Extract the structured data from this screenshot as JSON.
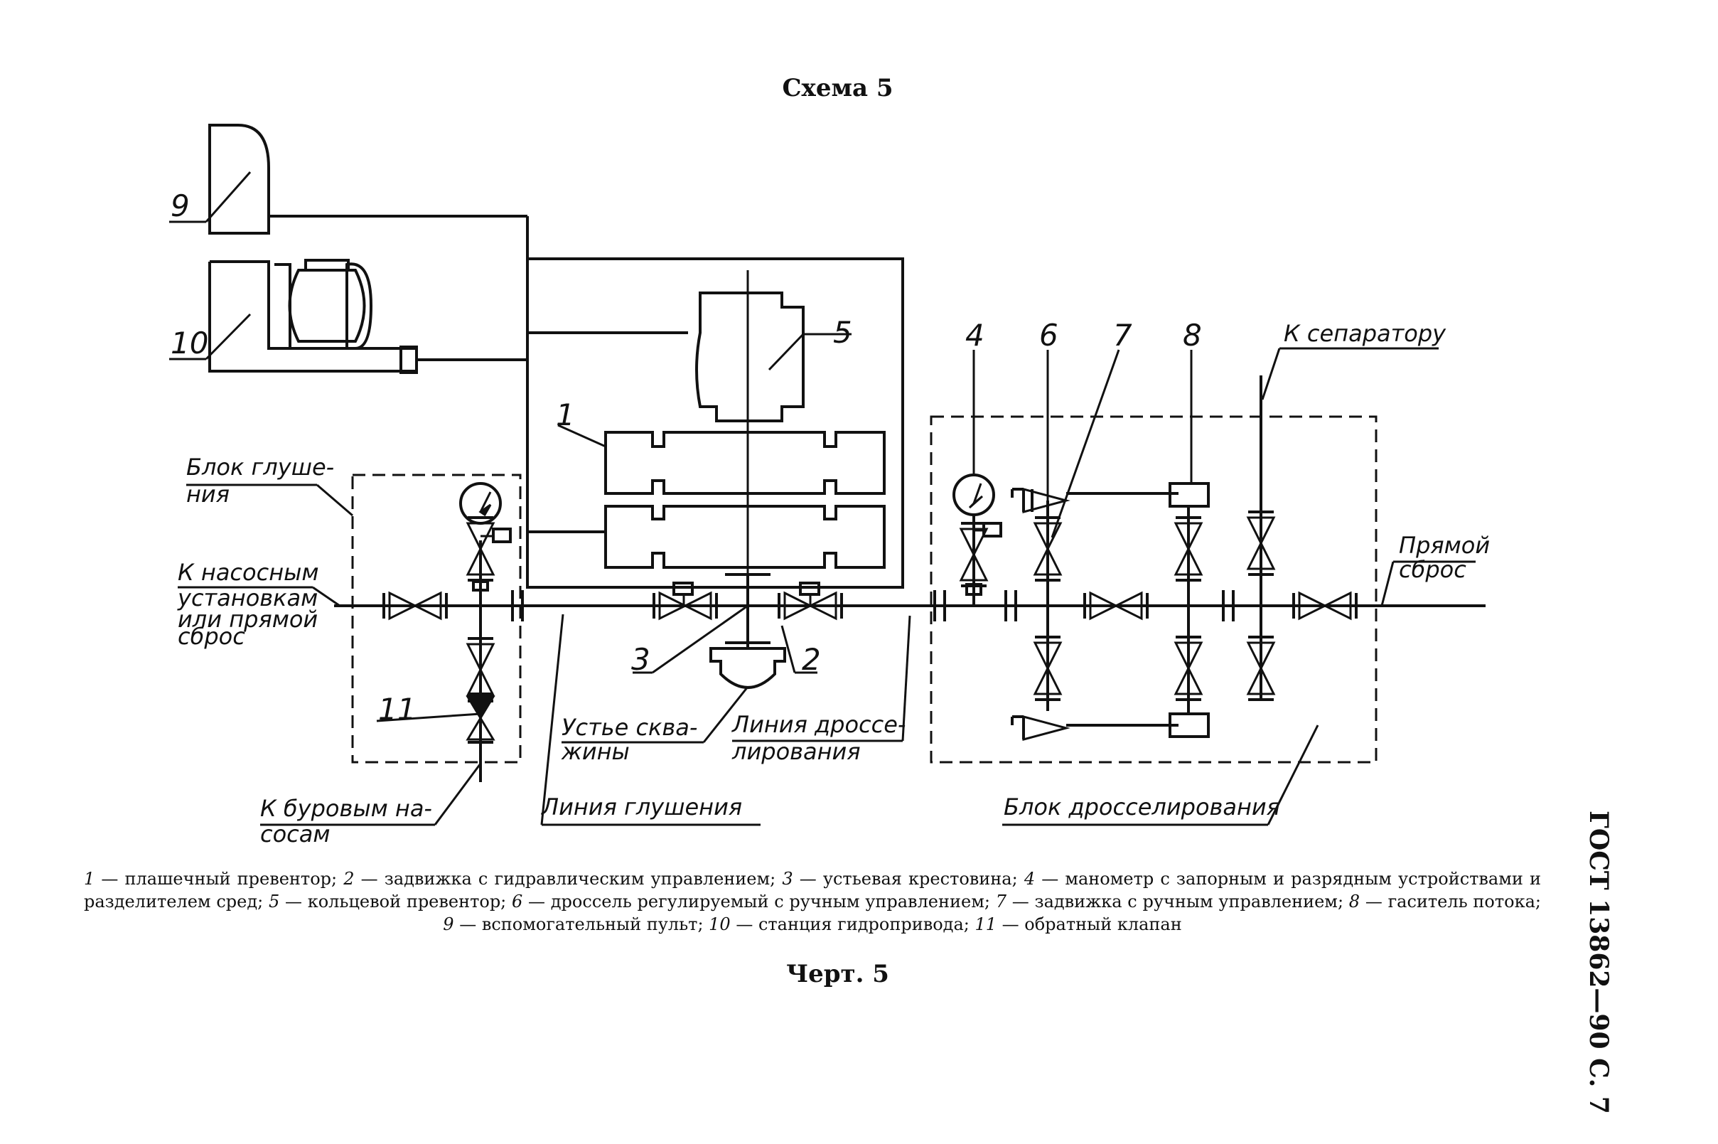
{
  "scheme_title": "Схема 5",
  "drawing_title": "Черт. 5",
  "side_code": "ГОСТ 13862—90 С. 7",
  "labels": {
    "kill_block_l1": "Блок глуше-",
    "kill_block_l2": "ния",
    "to_pump_l1": "К насосным",
    "to_pump_l2": "установкам",
    "to_pump_l3": "или прямой",
    "to_pump_l4": "сброс",
    "to_drill_l1": "К буровым на-",
    "to_drill_l2": "сосам",
    "wellhead_l1": "Устье сква-",
    "wellhead_l2": "жины",
    "choke_line_l1": "Линия дроссе-",
    "choke_line_l2": "лирования",
    "kill_line": "Линия глушения",
    "choke_block": "Блок дросселирования",
    "to_separator": "К сепаратору",
    "direct_l1": "Прямой",
    "direct_l2": "сброс"
  },
  "numbers": {
    "n1": "1",
    "n2": "2",
    "n3": "3",
    "n4": "4",
    "n5": "5",
    "n6": "6",
    "n7": "7",
    "n8": "8",
    "n9": "9",
    "n10": "10",
    "n11": "11"
  },
  "legend": [
    {
      "num": "1",
      "text": " — плашечный превентор; "
    },
    {
      "num": "2",
      "text": " — задвижка с гидравлическим управлением; "
    },
    {
      "num": "3",
      "text": " — устьевая крестовина; "
    },
    {
      "num": "4",
      "text": " — манометр с запорным и разрядным устройствами и разделителем сред; "
    },
    {
      "num": "5",
      "text": " — кольцевой превентор; "
    },
    {
      "num": "6",
      "text": " — дроссель регулируемый с ручным управлением; "
    },
    {
      "num": "7",
      "text": " — задвижка с ручным управлением; "
    },
    {
      "num": "8",
      "text": " — гаситель потока; "
    },
    {
      "num": "9",
      "text": " — вспомогательный пульт; "
    },
    {
      "num": "10",
      "text": " — станция гидропривода; "
    },
    {
      "num": "11",
      "text": " — обратный клапан"
    }
  ]
}
